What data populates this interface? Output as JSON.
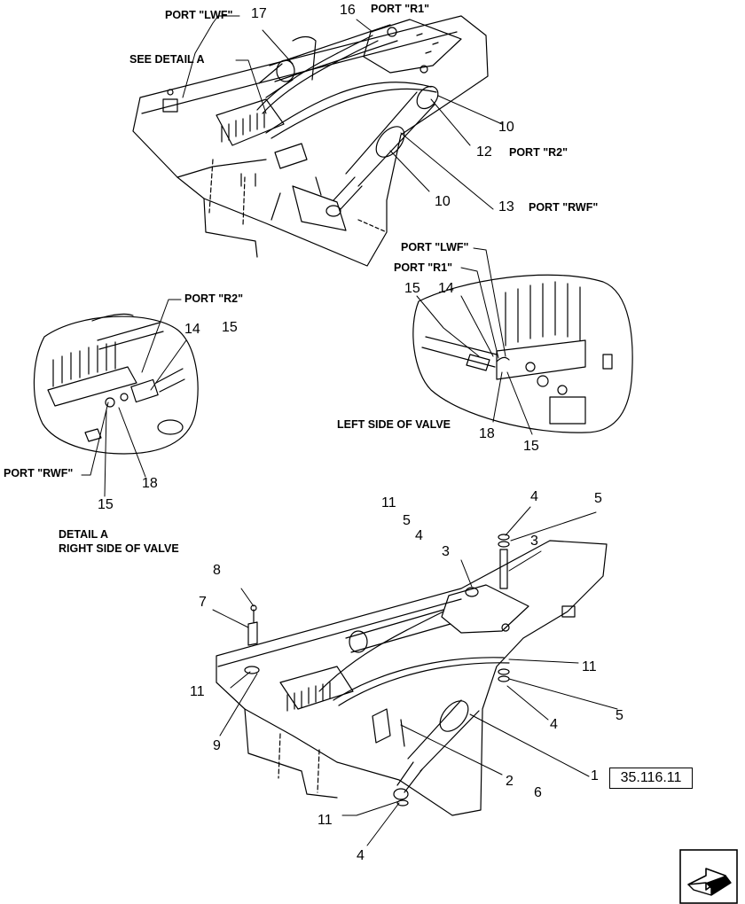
{
  "figure": {
    "labels_top": {
      "port_lwf": "PORT \"LWF\"",
      "n17": "17",
      "n16": "16",
      "port_r1": "PORT \"R1\"",
      "see_detail_a": "SEE DETAIL  A",
      "n10a": "10",
      "n12": "12",
      "port_r2": "PORT \"R2\"",
      "n10b": "10",
      "n13": "13",
      "port_rwf": "PORT \"RWF\""
    },
    "labels_left_detail": {
      "port_r2": "PORT  \"R2\"",
      "n14": "14",
      "n15a": "15",
      "port_rwf": "PORT \"RWF\"",
      "n18": "18",
      "n15b": "15",
      "caption_line1": "DETAIL  A",
      "caption_line2": "RIGHT SIDE OF VALVE"
    },
    "labels_right_detail": {
      "port_lwf": "PORT \"LWF\"",
      "port_r1": "PORT \"R1\"",
      "n15a": "15",
      "n14": "14",
      "caption": "LEFT SIDE OF VALVE",
      "n18": "18",
      "n15b": "15"
    },
    "labels_bottom": {
      "n11a": "11",
      "n5a": "5",
      "n4a": "4",
      "n4b": "4",
      "n5b": "5",
      "n3a": "3",
      "n3b": "3",
      "n8": "8",
      "n7": "7",
      "n11b": "11",
      "n9": "9",
      "n11c": "11",
      "n5c": "5",
      "n4c": "4",
      "n2": "2",
      "n6": "6",
      "n1": "1",
      "n11d": "11",
      "n4d": "4"
    },
    "reference_box": "35.116.11",
    "nav_icon": "next-page-arrow-icon"
  }
}
